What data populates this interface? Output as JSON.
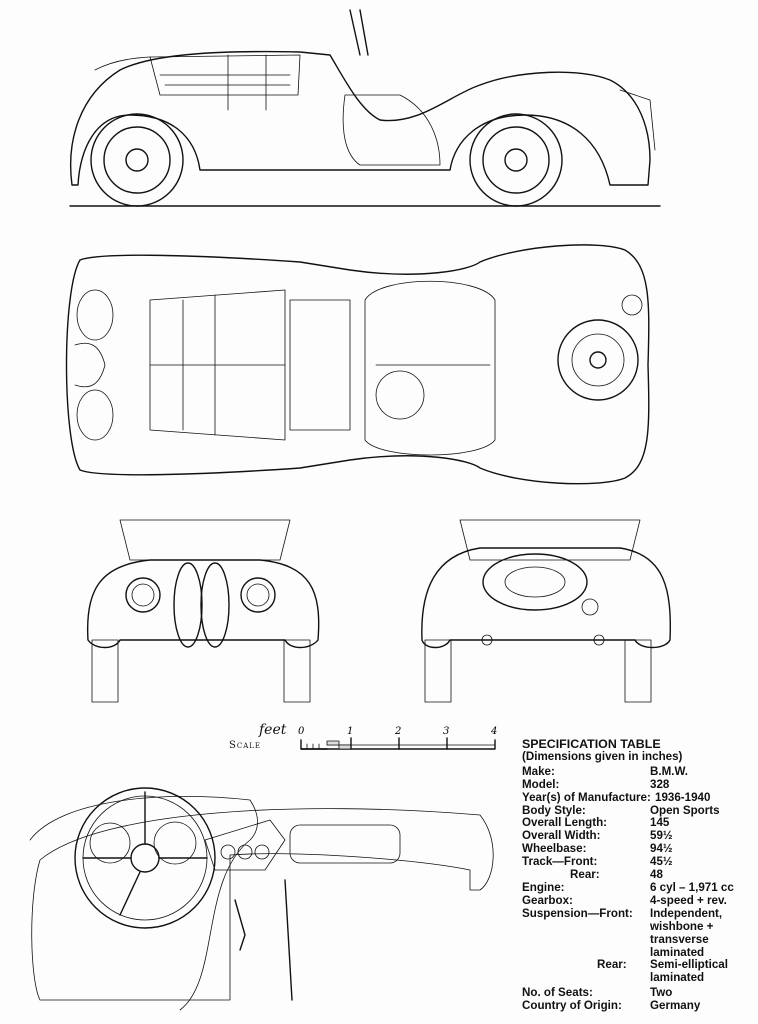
{
  "scale": {
    "unit_label": "feet",
    "label": "Scale",
    "ticks": [
      "0",
      "1",
      "2",
      "3",
      "4"
    ]
  },
  "spec_table": {
    "title": "SPECIFICATION TABLE",
    "subtitle": "(Dimensions given in inches)",
    "rows": [
      {
        "label": "Make:",
        "value": "B.M.W."
      },
      {
        "label": "Model:",
        "value": "328"
      },
      {
        "label": "Year(s) of Manufacture:",
        "value": "1936-1940"
      },
      {
        "label": "Body Style:",
        "value": "Open Sports"
      },
      {
        "label": "Overall Length:",
        "value": "145"
      },
      {
        "label": "Overall Width:",
        "value": "59½"
      },
      {
        "label": "Wheelbase:",
        "value": "94½"
      },
      {
        "label": "Track—Front:",
        "value": "45½"
      },
      {
        "label": "Rear:",
        "value": "48"
      },
      {
        "label": "Engine:",
        "value": "6 cyl – 1,971 cc"
      },
      {
        "label": "Gearbox:",
        "value": "4-speed + rev."
      },
      {
        "label": "Suspension—Front:",
        "value": "Independent,\nwishbone +\ntransverse\nlaminated"
      },
      {
        "label": "Rear:",
        "value": "Semi-elliptical\nlaminated"
      },
      {
        "label": "No. of Seats:",
        "value": "Two"
      },
      {
        "label": "Country of Origin:",
        "value": "Germany"
      }
    ]
  }
}
